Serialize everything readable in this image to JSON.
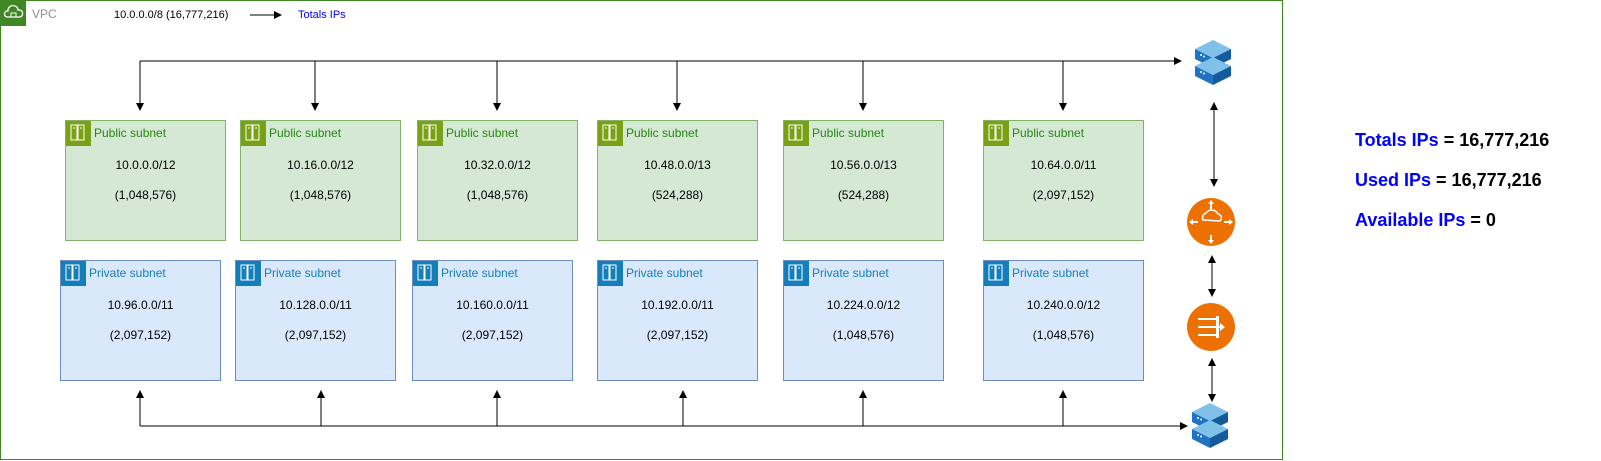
{
  "vpc": {
    "label": "VPC",
    "cidr": "10.0.0.0/8 (16,777,216)",
    "link": "Totals IPs"
  },
  "public_subnets": [
    {
      "title": "Public subnet",
      "cidr": "10.0.0.0/12",
      "count": "(1,048,576)"
    },
    {
      "title": "Public subnet",
      "cidr": "10.16.0.0/12",
      "count": "(1,048,576)"
    },
    {
      "title": "Public subnet",
      "cidr": "10.32.0.0/12",
      "count": "(1,048,576)"
    },
    {
      "title": "Public subnet",
      "cidr": "10.48.0.0/13",
      "count": "(524,288)"
    },
    {
      "title": "Public subnet",
      "cidr": "10.56.0.0/13",
      "count": "(524,288)"
    },
    {
      "title": "Public subnet",
      "cidr": "10.64.0.0/11",
      "count": "(2,097,152)"
    }
  ],
  "private_subnets": [
    {
      "title": "Private subnet",
      "cidr": "10.96.0.0/11",
      "count": "(2,097,152)"
    },
    {
      "title": "Private subnet",
      "cidr": "10.128.0.0/11",
      "count": "(2,097,152)"
    },
    {
      "title": "Private subnet",
      "cidr": "10.160.0.0/11",
      "count": "(2,097,152)"
    },
    {
      "title": "Private subnet",
      "cidr": "10.192.0.0/11",
      "count": "(2,097,152)"
    },
    {
      "title": "Private subnet",
      "cidr": "10.224.0.0/12",
      "count": "(1,048,576)"
    },
    {
      "title": "Private subnet",
      "cidr": "10.240.0.0/12",
      "count": "(1,048,576)"
    }
  ],
  "stats": {
    "totals": {
      "label": "Totals IPs",
      "value": " = 16,777,216"
    },
    "used": {
      "label": "Used IPs",
      "value": " = 16,777,216"
    },
    "available": {
      "label": "Available IPs",
      "value": " = 0"
    }
  },
  "colors": {
    "vpc_border": "#3f8624",
    "public_fill": "#d5e8d4",
    "public_border": "#82b366",
    "private_fill": "#dae8fc",
    "private_border": "#6c8ebf",
    "router_orange": "#ed7100",
    "link_blue": "#0000ff"
  },
  "icons": {
    "vpc": "vpc-cloud-icon",
    "public_subnet": "subnet-icon",
    "private_subnet": "subnet-icon",
    "route_table_top": "route-table-icon",
    "router": "router-icon",
    "nat": "nat-gateway-icon",
    "route_table_bottom": "route-table-icon"
  }
}
